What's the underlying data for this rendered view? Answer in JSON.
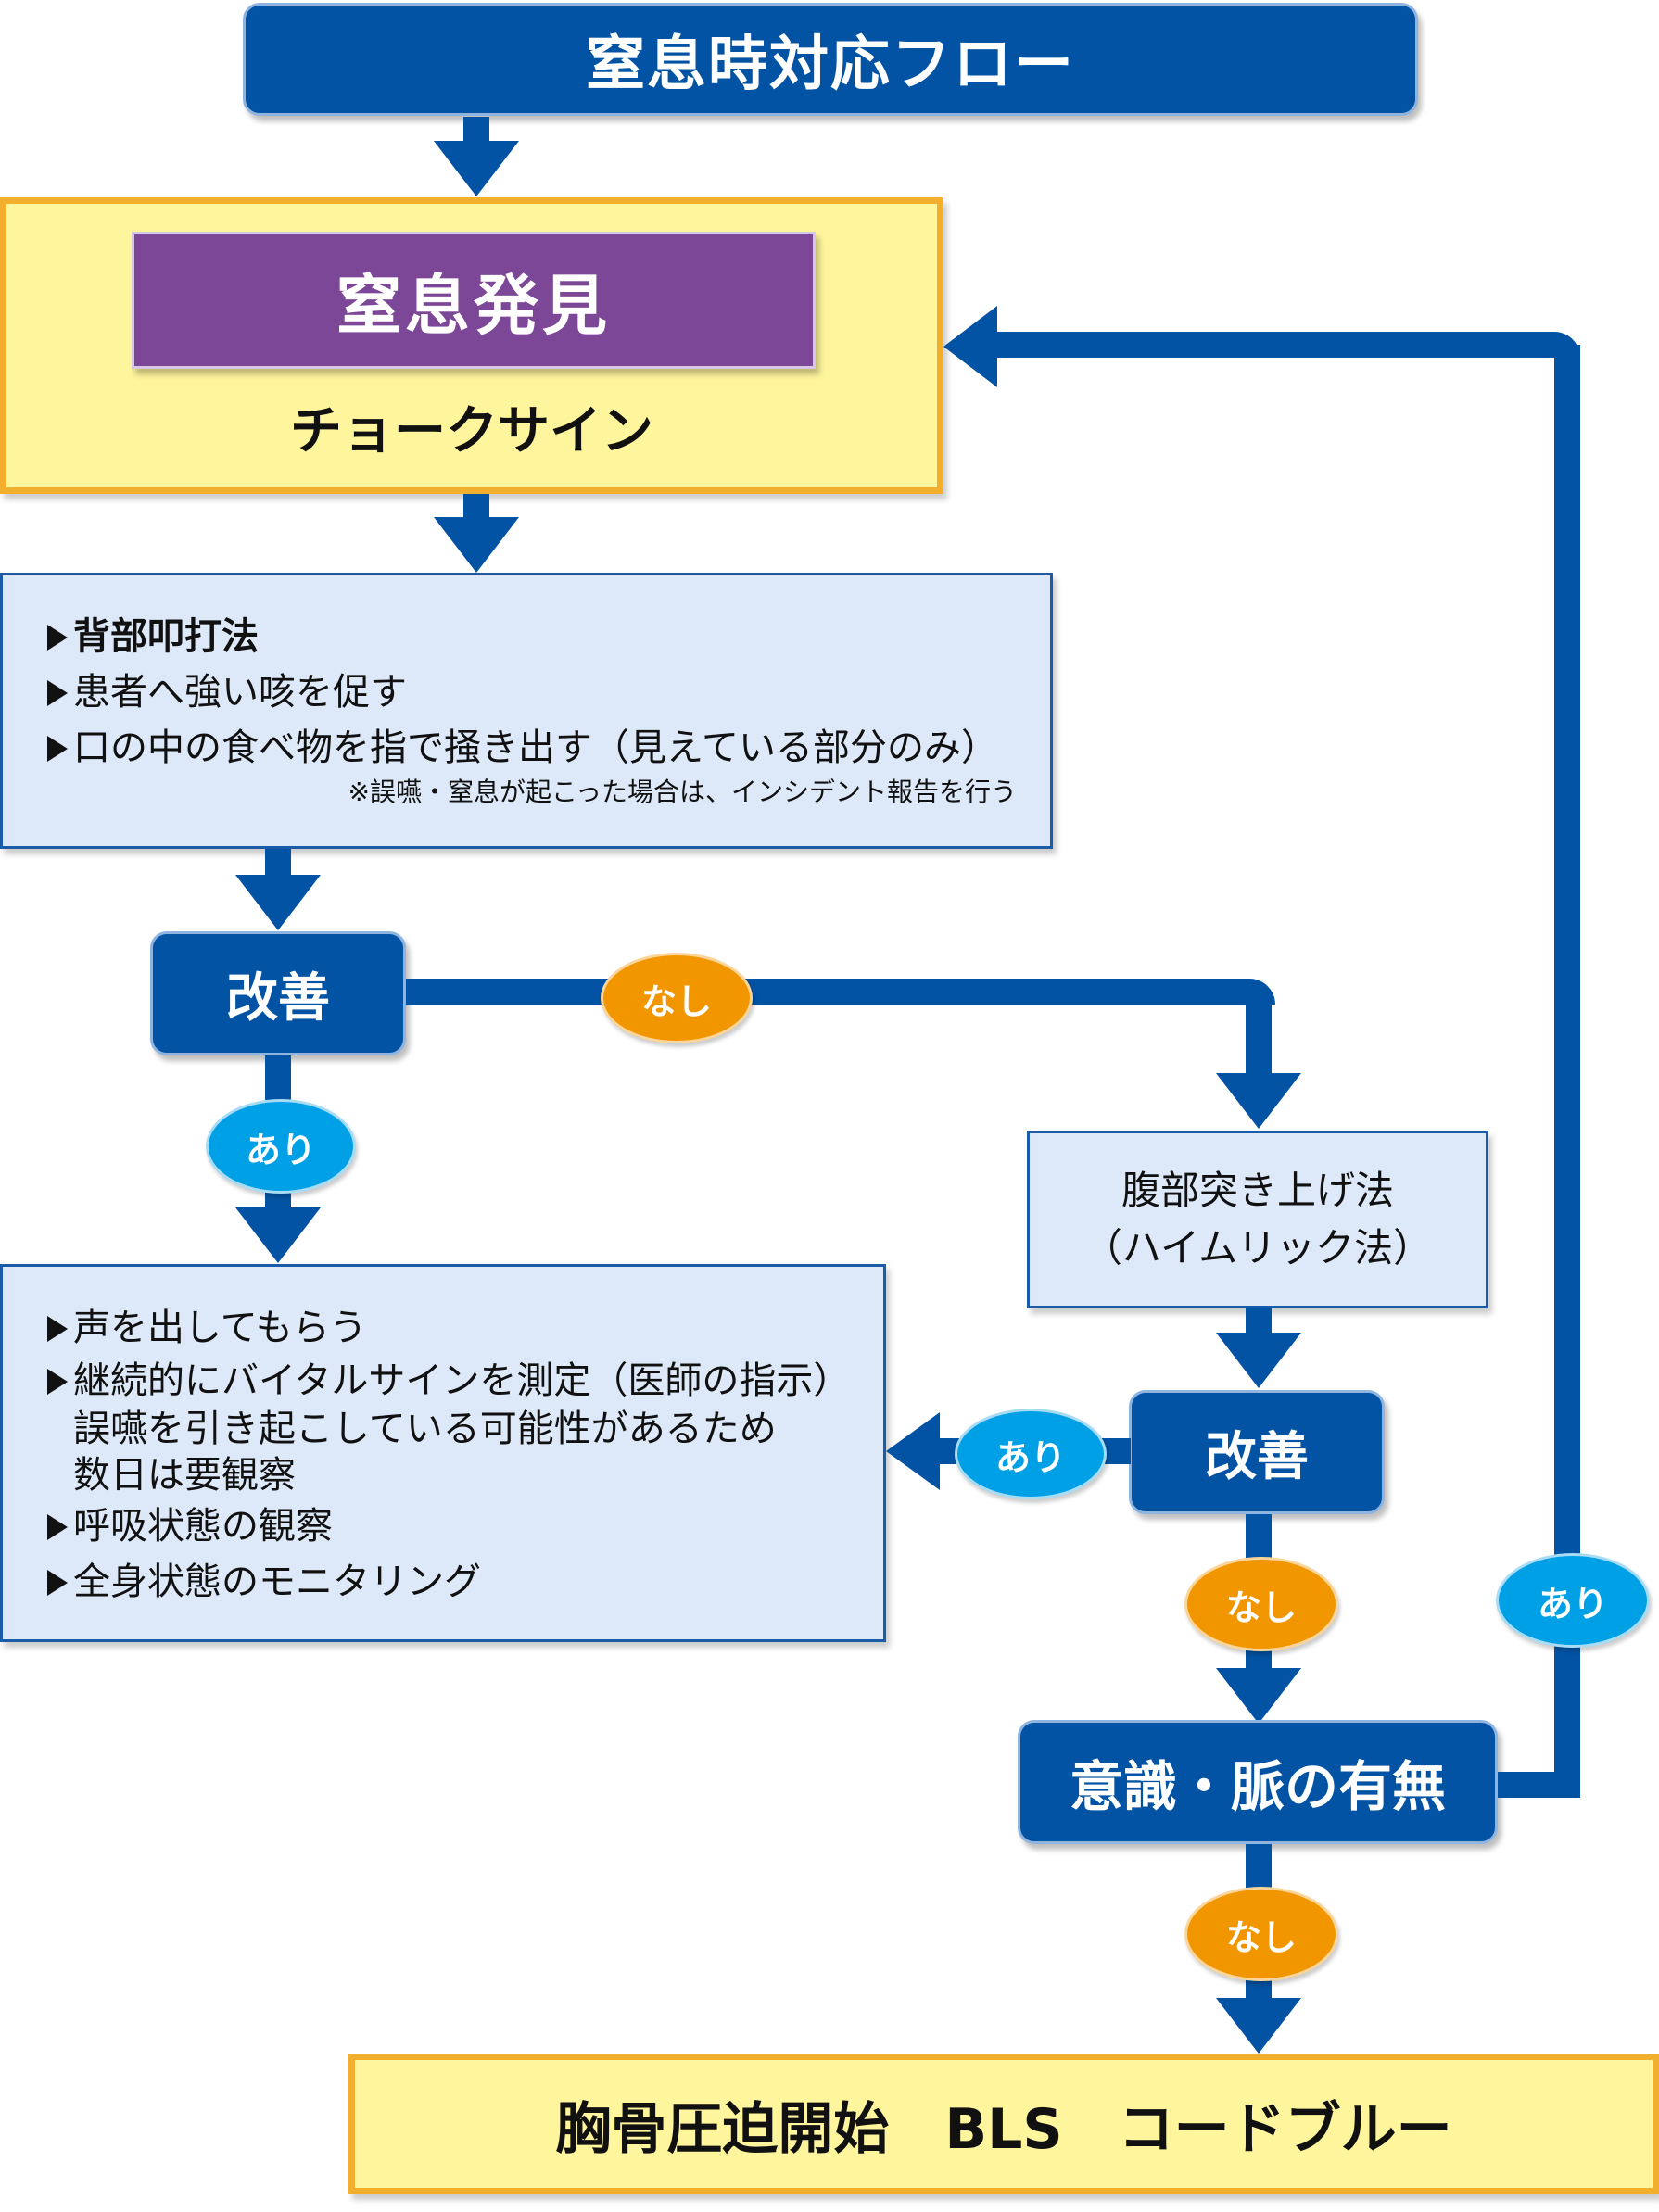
{
  "title": "窒息時対応フロー",
  "discovery": {
    "heading": "窒息発見",
    "subheading": "チョークサイン"
  },
  "first_actions": {
    "items": [
      {
        "text": "背部叩打法",
        "bold": true
      },
      {
        "text": "患者へ強い咳を促す",
        "bold": false
      },
      {
        "text": "口の中の食べ物を指で掻き出す（見えている部分のみ）",
        "bold": false
      }
    ],
    "note": "※誤嚥・窒息が起こった場合は、インシデント報告を行う"
  },
  "improvement_1": {
    "label": "改善"
  },
  "improvement_2": {
    "label": "改善"
  },
  "heimlich": {
    "line1": "腹部突き上げ法",
    "line2": "（ハイムリック法）"
  },
  "followup": {
    "items": [
      {
        "text": "声を出してもらう",
        "bullet": true
      },
      {
        "text": "継続的にバイタルサインを測定（医師の指示）",
        "bullet": true
      },
      {
        "text": "誤嚥を引き起こしている可能性があるため",
        "bullet": false
      },
      {
        "text": "数日は要観察",
        "bullet": false
      },
      {
        "text": "呼吸状態の観察",
        "bullet": true
      },
      {
        "text": "全身状態のモニタリング",
        "bullet": true
      }
    ]
  },
  "consciousness": {
    "label": "意識・脈の有無"
  },
  "final": {
    "label": "胸骨圧迫開始　BLS　コードブルー"
  },
  "branches": {
    "nashi": "なし",
    "ari": "あり"
  },
  "colors": {
    "primary_blue": "#0353a4",
    "purple": "#7c4796",
    "yellow_fill": "#fff59c",
    "orange_border": "#f2ae2d",
    "light_blue_fill": "#dde9f8",
    "nashi_orange": "#f29600",
    "ari_cyan": "#00a0e6"
  }
}
